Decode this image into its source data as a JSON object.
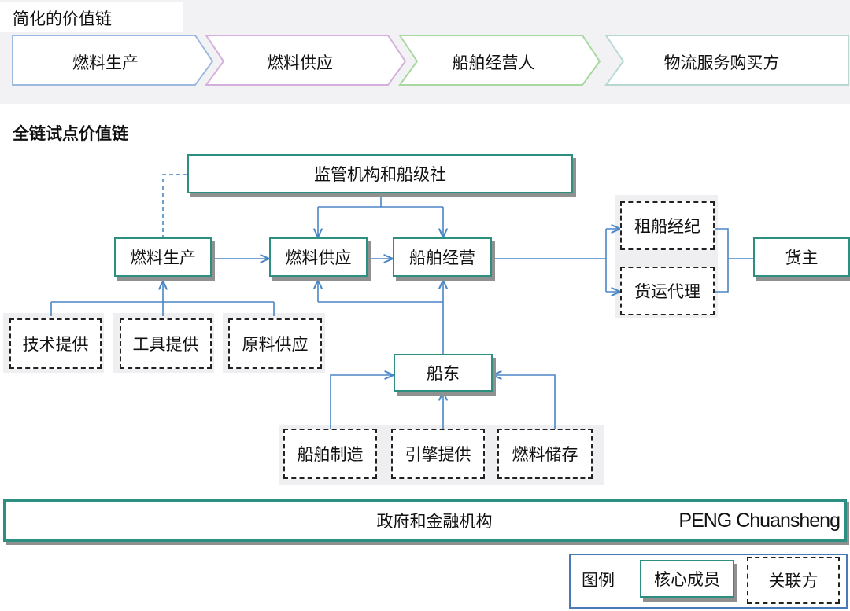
{
  "simplified": {
    "title": "简化的价值链",
    "steps": [
      "燃料生产",
      "燃料供应",
      "船舶经营人",
      "物流服务购买方"
    ],
    "step_colors": [
      "#9db9e0",
      "#d6b0dc",
      "#a8d8a0",
      "#b9d8d2"
    ]
  },
  "full": {
    "title": "全链试点价值链",
    "nodes": {
      "regulator": "监管机构和船级社",
      "fuel_production": "燃料生产",
      "fuel_supply": "燃料供应",
      "ship_operation": "船舶经营",
      "chartering_broker": "租船经纪",
      "freight_forwarder": "货运代理",
      "cargo_owner": "货主",
      "tech_supply": "技术提供",
      "tool_supply": "工具提供",
      "raw_material_supply": "原料供应",
      "shipowner": "船东",
      "shipbuilding": "船舶制造",
      "engine_supply": "引擎提供",
      "fuel_storage": "燃料储存"
    }
  },
  "government_bar": {
    "label": "政府和金融机构",
    "author": "PENG Chuansheng"
  },
  "legend": {
    "title": "图例",
    "core_label": "核心成员",
    "related_label": "关联方"
  },
  "colors": {
    "core_border": "#2d8f7f",
    "connector": "#4a86c5",
    "shadow": "#8f9190"
  }
}
